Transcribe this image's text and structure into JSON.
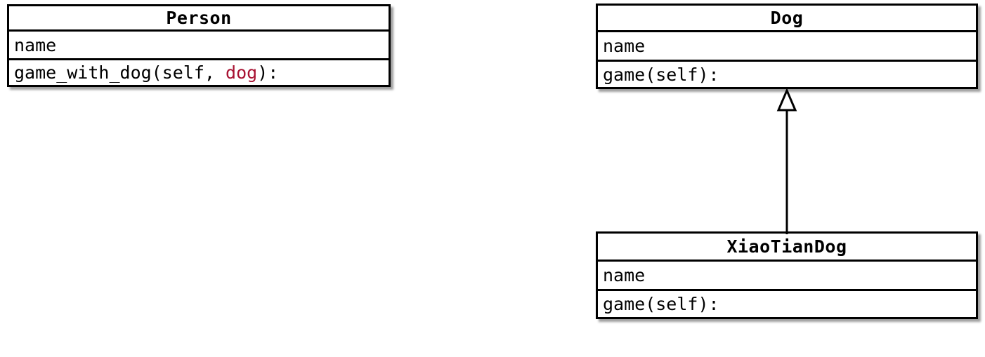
{
  "diagram": {
    "type": "uml-class-diagram",
    "background_color": "#ffffff",
    "line_color": "#000000",
    "accent_color": "#a81232"
  },
  "classes": [
    {
      "id": "person",
      "name": "Person",
      "attributes": [
        "name"
      ],
      "methods": [
        "game_with_dog(self, dog):"
      ],
      "method_prefix": "game_with_dog(self, ",
      "method_param": "dog",
      "method_suffix": "):"
    },
    {
      "id": "dog",
      "name": "Dog",
      "attributes": [
        "name"
      ],
      "methods": [
        "game(self):"
      ]
    },
    {
      "id": "xiaotiandog",
      "name": "XiaoTianDog",
      "attributes": [
        "name"
      ],
      "methods": [
        "game(self):"
      ]
    }
  ],
  "relationships": [
    {
      "id": "inheritance-xiaotiandog-dog",
      "kind": "generalization",
      "label": "",
      "source": "XiaoTianDog",
      "target": "Dog",
      "arrow": "hollow-triangle"
    }
  ]
}
